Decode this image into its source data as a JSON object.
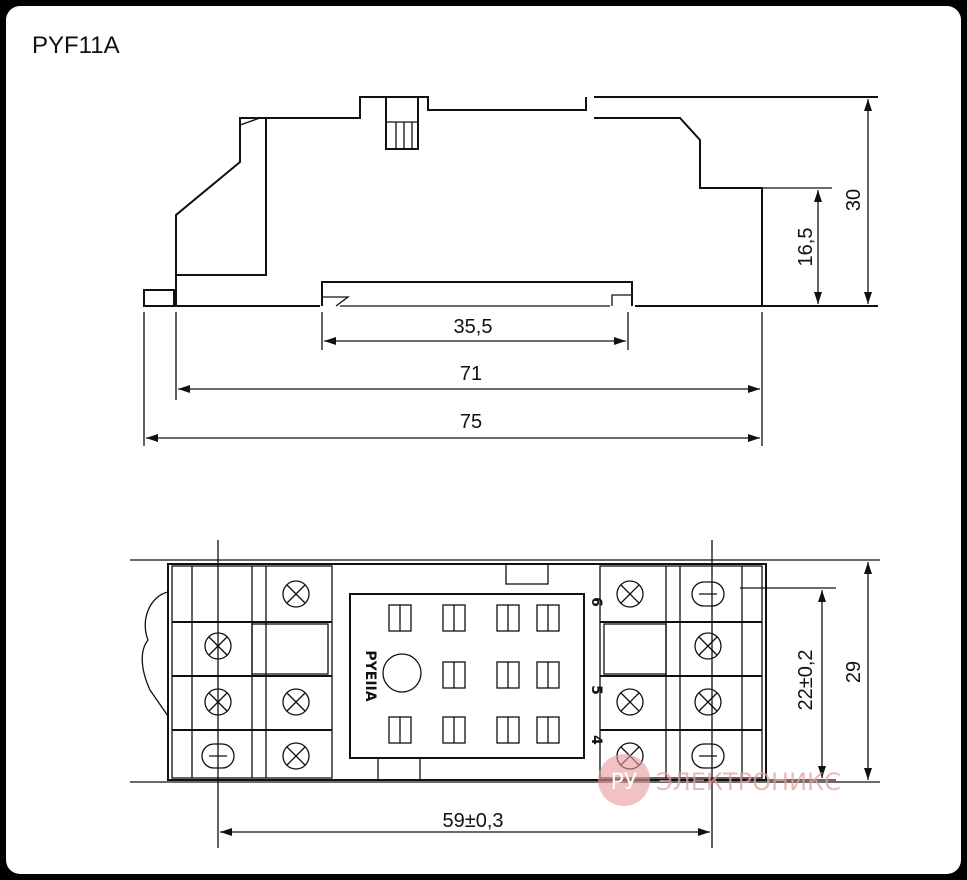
{
  "title": "PYF11A",
  "side_view": {
    "dimensions": {
      "inner_slot": "35,5",
      "mounting": "71",
      "overall_length": "75",
      "lower_height": "16,5",
      "overall_height": "30"
    }
  },
  "top_view": {
    "brand_mark": "PYEIIA",
    "terminal_numbers": [
      "6",
      "5",
      "4"
    ],
    "dimensions": {
      "pin_spacing": "22±0,2",
      "width": "29",
      "hole_spacing": "59±0,3"
    }
  },
  "watermark": {
    "logo_text": "РУ",
    "text": "ЭЛЕКТРОНИКС",
    "color": "#e07070"
  }
}
